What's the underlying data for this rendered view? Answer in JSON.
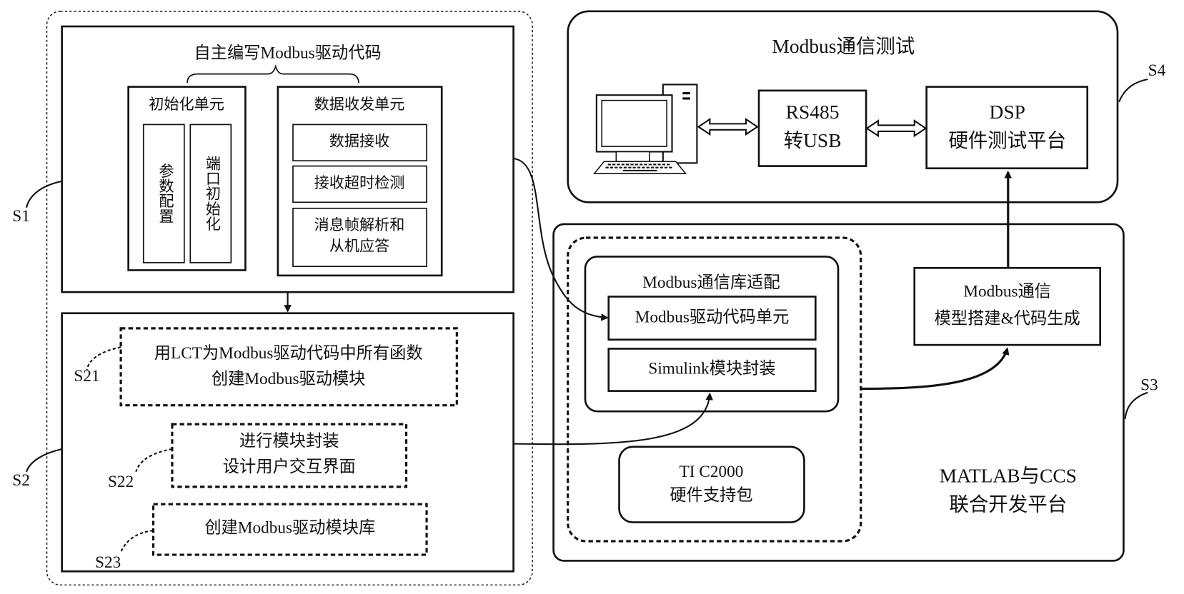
{
  "s1": {
    "label": "S1",
    "title": "自主编写Modbus驱动代码",
    "init_unit": {
      "title": "初始化单元",
      "items": [
        "参数配置",
        "端口初始化"
      ]
    },
    "data_unit": {
      "title": "数据收发单元",
      "items": [
        "数据接收",
        "接收超时检测"
      ],
      "last_line1": "消息帧解析和",
      "last_line2": "从机应答"
    }
  },
  "s2": {
    "label": "S2",
    "s21": {
      "label": "S21",
      "line1": "用LCT为Modbus驱动代码中所有函数",
      "line2": "创建Modbus驱动模块"
    },
    "s22": {
      "label": "S22",
      "line1": "进行模块封装",
      "line2": "设计用户交互界面"
    },
    "s23": {
      "label": "S23",
      "line1": "创建Modbus驱动模块库"
    }
  },
  "s3": {
    "label": "S3",
    "adapt_title": "Modbus通信库适配",
    "driver_unit": "Modbus驱动代码单元",
    "simulink": "Simulink模块封装",
    "ti_line1": "TI C2000",
    "ti_line2": "硬件支持包",
    "model_line1": "Modbus通信",
    "model_line2": "模型搭建&代码生成",
    "platform_line1": "MATLAB与CCS",
    "platform_line2": "联合开发平台"
  },
  "s4": {
    "label": "S4",
    "title": "Modbus通信测试",
    "computer_icon": "desktop-computer-icon",
    "rs485_line1": "RS485",
    "rs485_line2": "转USB",
    "dsp_line1": "DSP",
    "dsp_line2": "硬件测试平台"
  }
}
